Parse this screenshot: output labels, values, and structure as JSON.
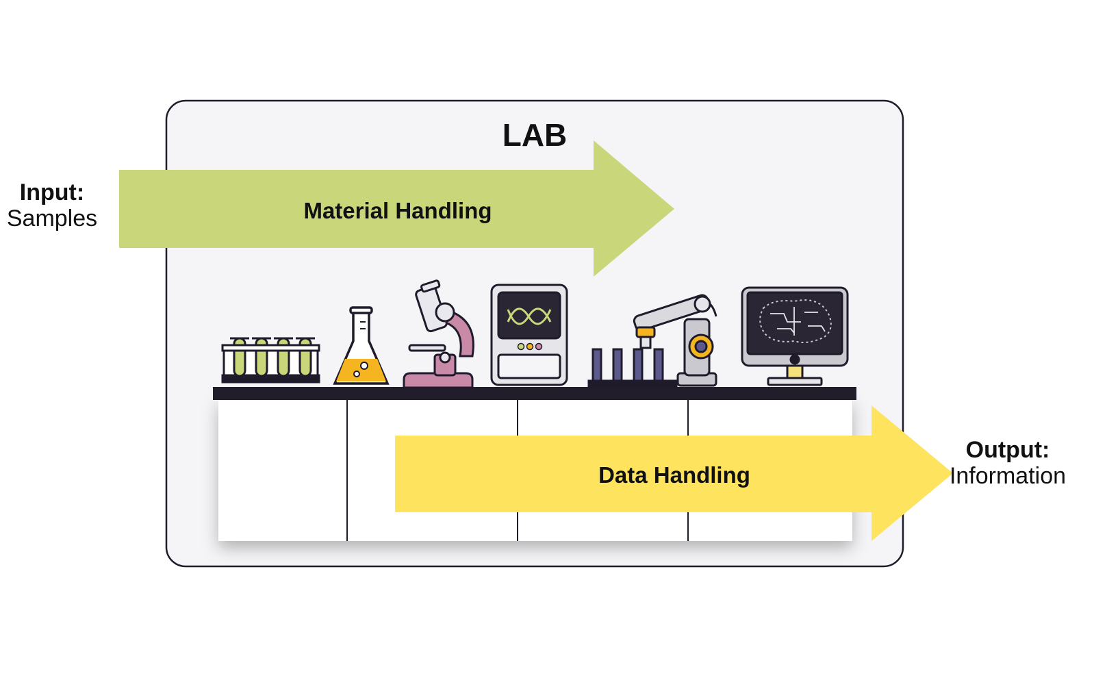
{
  "lab_title": "LAB",
  "input": {
    "heading": "Input:",
    "text": "Samples"
  },
  "output": {
    "heading": "Output:",
    "text": "Information"
  },
  "arrows": {
    "material": {
      "label": "Material Handling",
      "color": "#c9d67a"
    },
    "data": {
      "label": "Data Handling",
      "color": "#fde35e"
    }
  },
  "equipment": [
    {
      "name": "test-tube-rack-icon",
      "liquid_color": "#c9d67a"
    },
    {
      "name": "erlenmeyer-flask-icon",
      "liquid_color": "#f4b521"
    },
    {
      "name": "microscope-icon",
      "color": "#c98aa8"
    },
    {
      "name": "dna-sequencer-icon",
      "screen_color": "#2a2633",
      "button_colors": [
        "#c9d67a",
        "#f4b521",
        "#c98aa8"
      ]
    },
    {
      "name": "robotic-arm-icon",
      "tube_color": "#5c5a8c",
      "arm_color": "#f4b521"
    },
    {
      "name": "ai-computer-monitor-icon",
      "screen_color": "#2a2633",
      "stand_color": "#f4e27a"
    }
  ],
  "colors": {
    "outline": "#1f1b2a",
    "lab_box": "#f5f5f7",
    "bench_top": "#211d2b",
    "cabinet": "#ffffff"
  }
}
